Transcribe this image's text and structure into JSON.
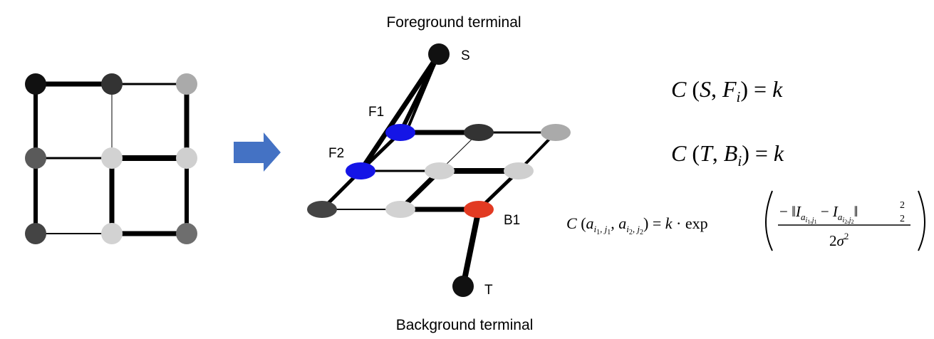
{
  "labels": {
    "foreground_terminal": "Foreground terminal",
    "background_terminal": "Background terminal",
    "source": "S",
    "sink": "T",
    "f1": "F1",
    "f2": "F2",
    "b1": "B1"
  },
  "equations": {
    "eq1": "C (S, F_i) = k",
    "eq2": "C (T, B_i) = k",
    "eq3": "C (a_{i1,j1}, a_{i2,j2}) = k · exp( −‖I_{a_{i1,j1}} − I_{a_{i2,j2}}‖₂² / 2σ² )"
  },
  "colors": {
    "foreground_seed": "#1515e6",
    "background_seed": "#e23a22",
    "arrow": "#4472c4",
    "black": "#111111",
    "dark_gray": "#3a3a3a",
    "mid_gray": "#585858",
    "light_gray": "#cfcfcf",
    "lighter_gray": "#a9a9a9"
  },
  "icons": {
    "arrow": "right-arrow-icon"
  }
}
